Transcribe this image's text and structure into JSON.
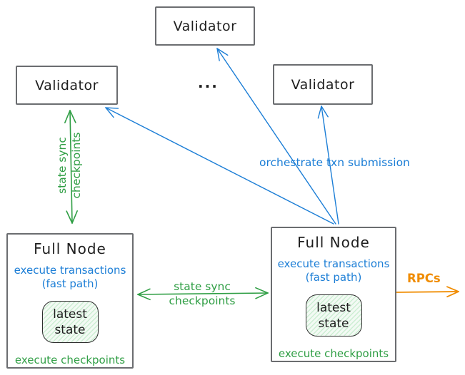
{
  "colors": {
    "green": "#2f9e44",
    "blue": "#1c7ed6",
    "orange": "#f08c00",
    "ink": "#1e1e1e",
    "border": "#6b6d70",
    "state_fill": "#f3faf4",
    "state_stripe": "#cdeed3"
  },
  "validators": {
    "top": {
      "label": "Validator"
    },
    "left": {
      "label": "Validator"
    },
    "right": {
      "label": "Validator"
    },
    "ellipsis": "..."
  },
  "full_nodes": {
    "left": {
      "title": "Full Node",
      "exec_line1": "execute transactions",
      "exec_line2": "(fast path)",
      "state_line1": "latest",
      "state_line2": "state",
      "footer": "execute checkpoints"
    },
    "right": {
      "title": "Full Node",
      "exec_line1": "execute transactions",
      "exec_line2": "(fast path)",
      "state_line1": "latest",
      "state_line2": "state",
      "footer": "execute checkpoints"
    }
  },
  "edges": {
    "validator_fullnode_sync": {
      "label_line1": "state sync",
      "label_line2": "checkpoints"
    },
    "fullnode_fullnode_sync": {
      "label_line1": "state sync",
      "label_line2": "checkpoints"
    },
    "orchestrate": {
      "label": "orchestrate txn submission"
    },
    "rpcs": {
      "label": "RPCs"
    }
  }
}
